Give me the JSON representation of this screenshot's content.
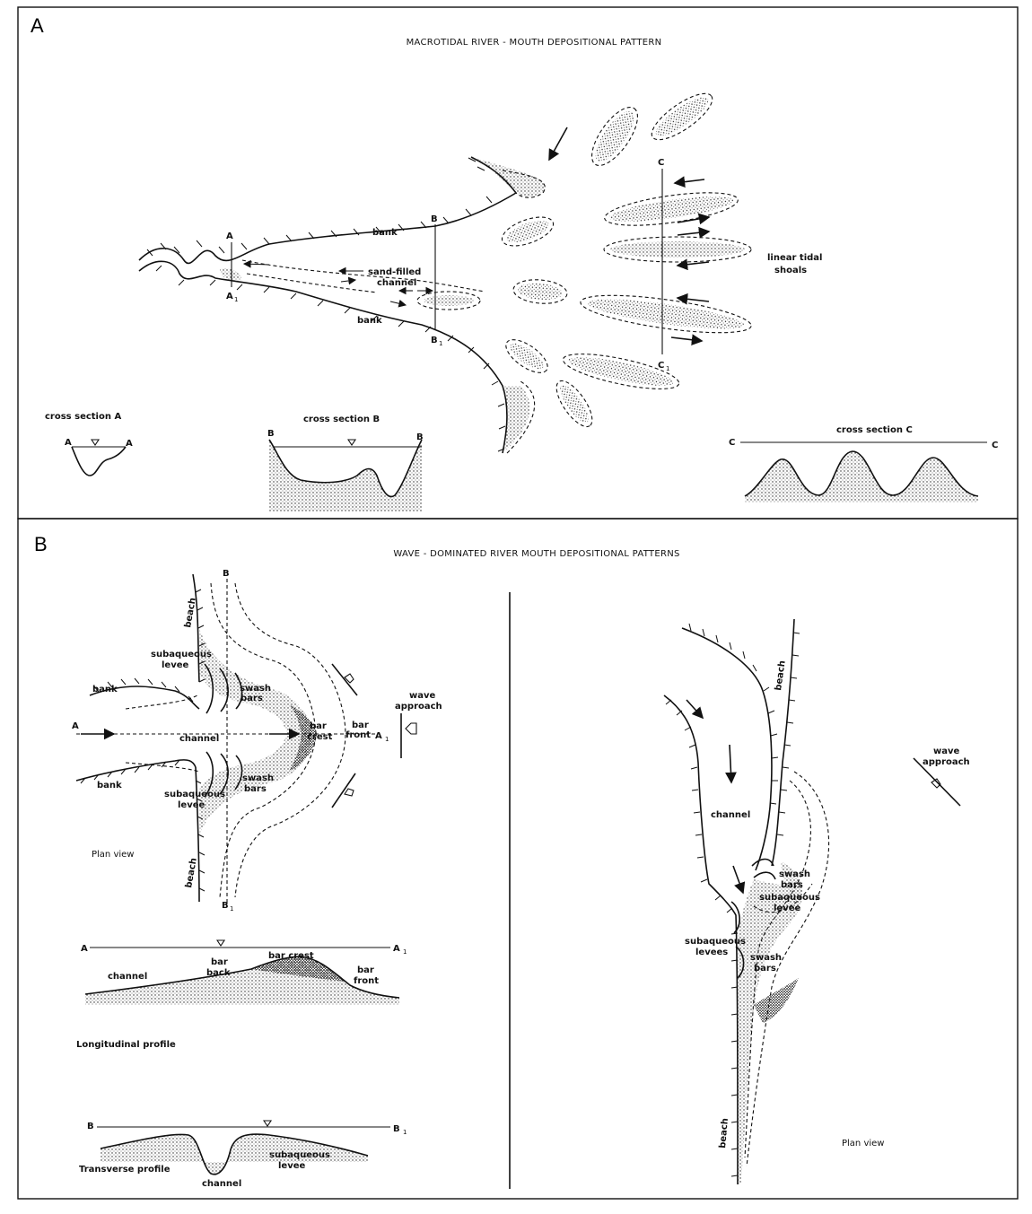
{
  "panelA": {
    "letter": "A",
    "title": "MACROTIDAL RIVER - MOUTH DEPOSITIONAL PATTERN",
    "labels": {
      "bank_upper": "bank",
      "bank_lower": "bank",
      "sand_channel_1": "sand-filled",
      "sand_channel_2": "channel",
      "shoals_1": "linear tidal",
      "shoals_2": "shoals",
      "A": "A",
      "A1": "A",
      "B": "B",
      "B1": "B",
      "C": "C",
      "C1": "C",
      "sub1": "1"
    },
    "sections": {
      "a_title": "cross section  A",
      "a_left": "A",
      "a_right": "A",
      "b_title": "cross section  B",
      "b_left": "B",
      "b_right": "B",
      "c_title": "cross section  C",
      "c_left": "C",
      "c_right": "C"
    }
  },
  "panelB": {
    "letter": "B",
    "title": "WAVE - DOMINATED RIVER MOUTH DEPOSITIONAL PATTERNS",
    "left": {
      "B_top": "B",
      "B_bot": "B",
      "A_left": "A",
      "A_right": "A",
      "beach_top": "beach",
      "beach_bot": "beach",
      "bank_top": "bank",
      "bank_bot": "bank",
      "levee_top_1": "subaqueous",
      "levee_top_2": "levee",
      "swash_top_1": "swash",
      "swash_top_2": "bars",
      "channel": "channel",
      "bar_crest_1": "bar",
      "bar_crest_2": "crest",
      "bar_front_1": "bar",
      "bar_front_2": "front",
      "wave_1": "wave",
      "wave_2": "approach",
      "levee_bot_1": "subaqueous",
      "levee_bot_2": "levee",
      "swash_bot_1": "swash",
      "swash_bot_2": "bars",
      "plan_view": "Plan view"
    },
    "longitudinal": {
      "left": "A",
      "right": "A",
      "bar_crest": "bar crest",
      "bar_back_1": "bar",
      "bar_back_2": "back",
      "channel": "channel",
      "bar_front_1": "bar",
      "bar_front_2": "front",
      "caption": "Longitudinal profile"
    },
    "transverse": {
      "left": "B",
      "right": "B",
      "levee_1": "subaqueous",
      "levee_2": "levee",
      "channel": "channel",
      "caption": "Transverse profile"
    },
    "right": {
      "beach_top": "beach",
      "beach_bot": "beach",
      "wave_1": "wave",
      "wave_2": "approach",
      "channel": "channel",
      "swash_top_1": "swash",
      "swash_top_2": "bars",
      "levee_top_1": "subaqueous",
      "levee_top_2": "levee",
      "levee_bot_1": "subaqueous",
      "levee_bot_2": "levees",
      "swash_bot_1": "swash",
      "swash_bot_2": "bars",
      "plan_view": "Plan view"
    }
  }
}
